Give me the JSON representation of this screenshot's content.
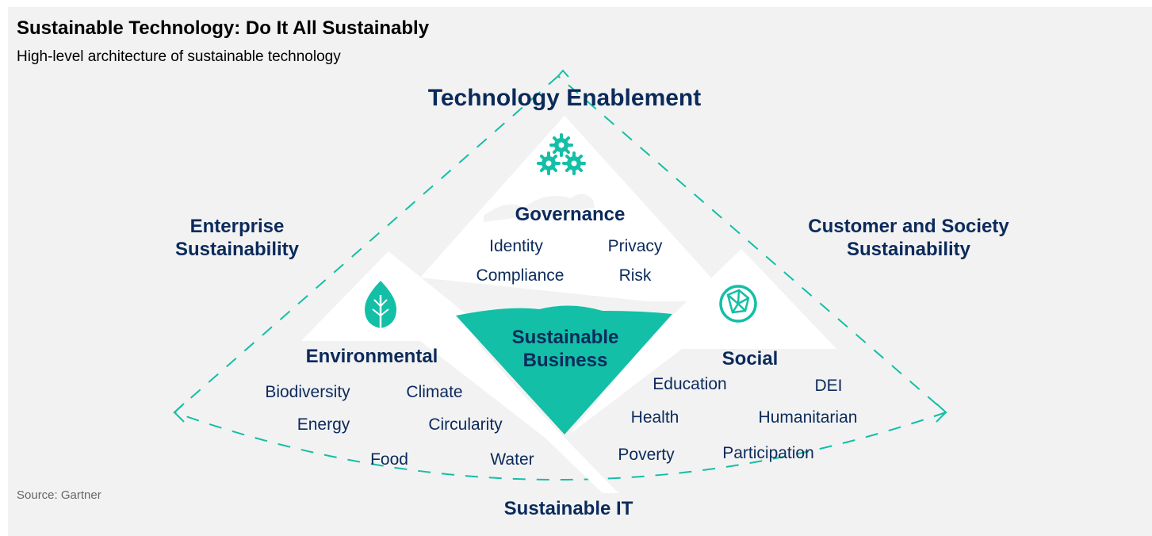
{
  "title": "Sustainable Technology: Do It All Sustainably",
  "subtitle": "High-level architecture of sustainable technology",
  "source": "Source: Gartner",
  "colors": {
    "accent": "#13bfa6",
    "navy": "#0b2a5b",
    "panel": "#f2f2f2",
    "mountain": "#ffffff"
  },
  "labels": {
    "technology_enablement": "Technology Enablement",
    "sustainable_it": "Sustainable IT",
    "enterprise": [
      "Enterprise",
      "Sustainability"
    ],
    "customer_society": [
      "Customer and Society",
      "Sustainability"
    ],
    "sustainable_business": [
      "Sustainable",
      "Business"
    ]
  },
  "governance": {
    "heading": "Governance",
    "icon": "gears-icon",
    "items": [
      "Identity",
      "Privacy",
      "Compliance",
      "Risk"
    ]
  },
  "environmental": {
    "heading": "Environmental",
    "icon": "leaf-icon",
    "items": [
      "Biodiversity",
      "Climate",
      "Energy",
      "Circularity",
      "Food",
      "Water"
    ]
  },
  "social": {
    "heading": "Social",
    "icon": "network-globe-icon",
    "items": [
      "Education",
      "DEI",
      "Health",
      "Humanitarian",
      "Poverty",
      "Participation"
    ]
  }
}
